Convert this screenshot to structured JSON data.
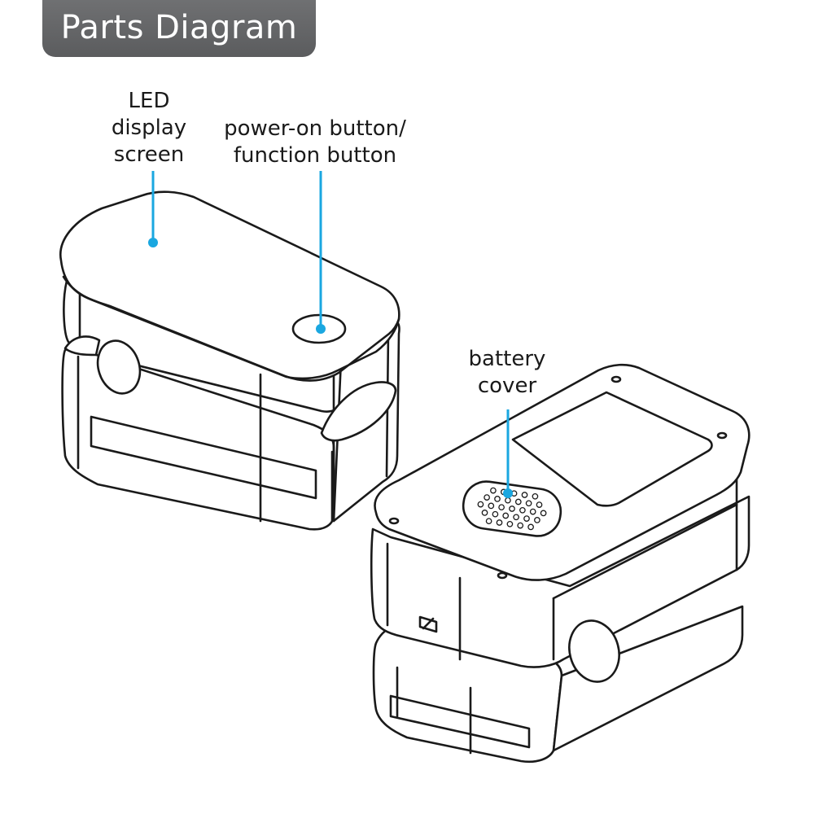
{
  "title": "Parts Diagram",
  "labels": {
    "led": [
      "LED",
      "display",
      "screen"
    ],
    "power": [
      "power-on button/",
      "function button"
    ],
    "battery": [
      "battery",
      "cover"
    ]
  },
  "colors": {
    "banner": "#636466",
    "callout": "#1aa7e0",
    "outline": "#1a1a1a"
  }
}
